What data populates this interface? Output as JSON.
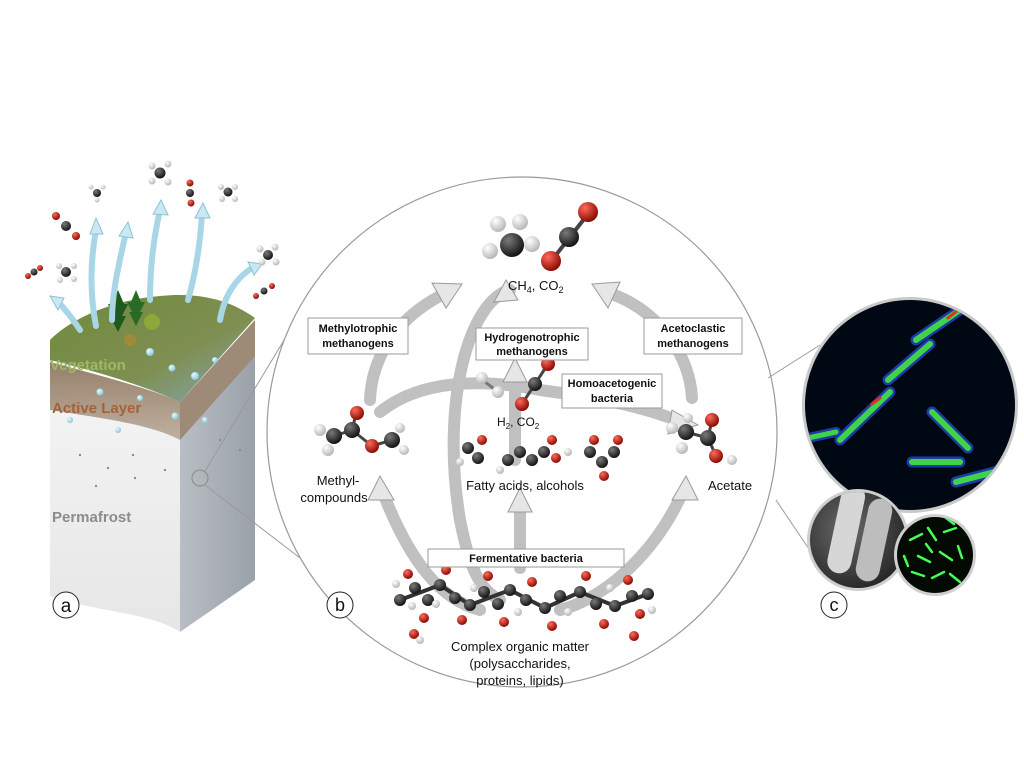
{
  "panel_labels": {
    "a": "a",
    "b": "b",
    "c": "c"
  },
  "soil_layers": {
    "vegetation": "Vegetation",
    "active_layer": "Active Layer",
    "permafrost": "Permafrost"
  },
  "methanogen_groups": {
    "methylotrophic": [
      "Methylotrophic",
      "methanogens"
    ],
    "hydrogenotrophic": [
      "Hydrogenotrophic",
      "methanogens"
    ],
    "acetoclastic": [
      "Acetoclastic",
      "methanogens"
    ]
  },
  "bacteria_groups": {
    "homoacetogenic": [
      "Homoacetogenic",
      "bacteria"
    ],
    "fermentative": "Fermentative bacteria"
  },
  "compounds": {
    "products": {
      "ch": "CH",
      "ch_sub": "4",
      "co": ", CO",
      "co_sub": "2"
    },
    "h2co2": {
      "h": "H",
      "h_sub": "2",
      "co": ", CO",
      "co_sub": "2"
    },
    "methyl": [
      "Methyl-",
      "compounds"
    ],
    "fatty": "Fatty acids, alcohols",
    "acetate": "Acetate",
    "organic": [
      "Complex organic matter",
      "(polysaccharides,",
      "proteins, lipids)"
    ]
  },
  "colors": {
    "vegetation_text": "#9fb96a",
    "active_text": "#a4613b",
    "permafrost_text": "#8c8c8c",
    "carbon_atom": "#2b2b2b",
    "oxygen_atom": "#c0180c",
    "hydrogen_atom": "#eeeeee",
    "microscope_background": "#000814",
    "bacterium_green": "#3fd34a"
  }
}
